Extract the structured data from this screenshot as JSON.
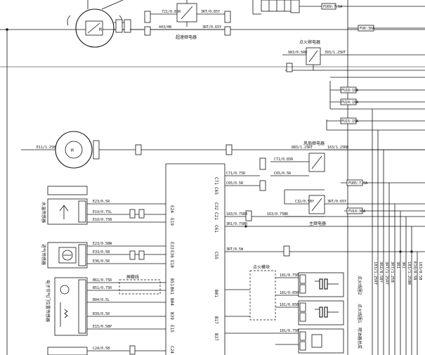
{
  "labels": {
    "m_top": "M",
    "m_fan": "M",
    "relay_overspeed": "超速继电器",
    "relay_ignition": "点火继电器",
    "relay_fan": "风扇继电器",
    "relay_main": "主继电器",
    "fuse_fu09": "FU09:7.5A",
    "fuse_fu06": "FU6:30A",
    "fuse_fu18": "FU18:10A",
    "fuse_fu24": "FU24:10A",
    "fuse_fu15": "FU15:15A",
    "fuse_fu05": "FU05:7.5A",
    "fuse_fu14": "FU14:30A",
    "sensor_water_temp": "水温传感器",
    "sensor_intake": "进气传感器",
    "sensor_throttle": "电子节气门位置传感器",
    "shield": "屏蔽线",
    "ignition_module": "点火模块",
    "ignition_coil2": "点火线圈2",
    "ignition_coil1": "点火线圈1",
    "fuel_injector": "喷油器总成",
    "ecu_pins": [
      "C71",
      "C65",
      "C32",
      "C21",
      "C61",
      "C55",
      "B01",
      "B17",
      "B37"
    ],
    "ecu_pins_left": [
      "E24",
      "E19",
      "E33",
      "E36",
      "E10",
      "B51",
      "B61",
      "B04",
      "B39",
      "E15",
      "C24"
    ],
    "wire_x1": "721/0.85R",
    "wire_x2": "3RT/0.85Y",
    "wire_x3": "443/0B",
    "wire_x4": "3RT/0.65Y",
    "wire_x5": "983/0.5RB",
    "wire_x6": "393/1.25RT",
    "wire_x7": "883/1.25RT",
    "wire_x8": "163/1.25RB",
    "wire_x9": "C71/0.85R",
    "wire_x10": "C65/0.5R",
    "wire_x11": "C65/0.5R",
    "wire_x12": "C65/0.5R",
    "wire_x13": "C71/0.75R",
    "wire_x14": "C32/0.5BY",
    "wire_x15": "3RT/0.65Y",
    "wire_x16": "183/0.75BR",
    "wire_x17": "163/0.75BR",
    "wire_x18": "3RT/0.85Y",
    "wire_x19": "3R1/0.75BR",
    "wire_x20": "E23/0.5R",
    "wire_x21": "E10/0.75B",
    "wire_x22": "E19/0.75L",
    "wire_x23": "E23/0.5BW",
    "wire_x24": "E33/0.5B",
    "wire_x25": "E36/0.5R",
    "wire_x26": "B61/0.75R",
    "wire_x27": "B51/0.75R",
    "wire_x28": "B04/0.5L",
    "wire_x29": "B39/0.5R",
    "wire_x30": "E15/0.5BP",
    "wire_x31": "C24/0.5B",
    "wire_x32": "18/0.85B",
    "wire_x33": "181/0.75BR",
    "wire_x34": "181/0.85R",
    "wire_x35": "181/0.85B",
    "wire_x36": "181/0.85R",
    "wire_x37": "181/0.75B",
    "wire_x38": "181/0.75B",
    "wire_x39": "181/0.75B",
    "wire_x40": "E11/1.25B",
    "wire_x41": "3RT/0.5W",
    "wire_x42": "3RT/1.25B",
    "right_cols": [
      "183/1.25RT",
      "3R2/0.5BY",
      "3RT/1.25RT",
      "3RT/1.25B",
      "3R1",
      "3R1",
      "181/1.25BR",
      "E10/0.5B",
      "183/0.5B"
    ]
  }
}
